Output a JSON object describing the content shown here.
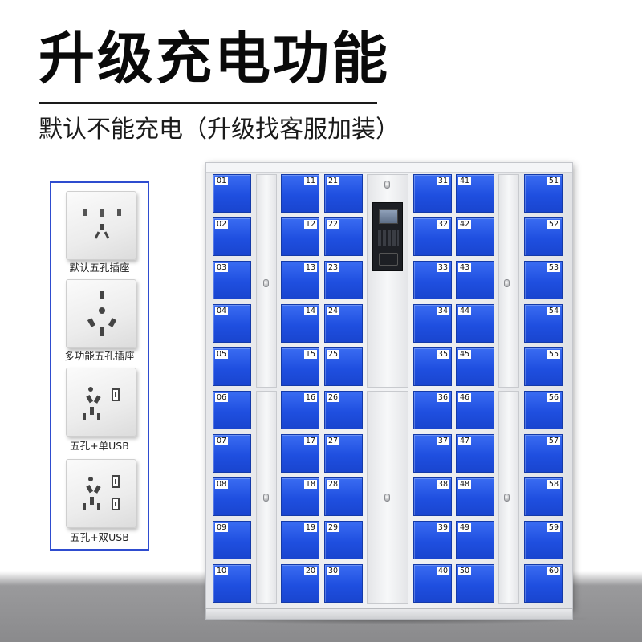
{
  "header": {
    "title": "升级充电功能",
    "subtitle": "默认不能充电（升级找客服加装）"
  },
  "socket_options": [
    {
      "label": "默认五孔插座",
      "icon": "five-hole-socket-icon"
    },
    {
      "label": "多功能五孔插座",
      "icon": "multi-function-socket-icon"
    },
    {
      "label": "五孔+单USB",
      "icon": "socket-single-usb-icon"
    },
    {
      "label": "五孔+双USB",
      "icon": "socket-dual-usb-icon"
    }
  ],
  "cabinet": {
    "columns": [
      {
        "lockers": [
          "01",
          "02",
          "03",
          "04",
          "05",
          "06",
          "07",
          "08",
          "09",
          "10"
        ],
        "num_side": "left"
      },
      {
        "lockers": [
          "11",
          "12",
          "13",
          "14",
          "15",
          "16",
          "17",
          "18",
          "19",
          "20"
        ],
        "num_side": "right"
      },
      {
        "lockers": [
          "21",
          "22",
          "23",
          "24",
          "25",
          "26",
          "27",
          "28",
          "29",
          "30"
        ],
        "num_side": "left"
      },
      {
        "lockers": [
          "31",
          "32",
          "33",
          "34",
          "35",
          "36",
          "37",
          "38",
          "39",
          "40"
        ],
        "num_side": "right"
      },
      {
        "lockers": [
          "41",
          "42",
          "43",
          "44",
          "45",
          "46",
          "47",
          "48",
          "49",
          "50"
        ],
        "num_side": "left"
      },
      {
        "lockers": [
          "51",
          "52",
          "53",
          "54",
          "55",
          "56",
          "57",
          "58",
          "59",
          "60"
        ],
        "num_side": "right"
      }
    ],
    "colors": {
      "door": "#1f4fe0",
      "frame": "#eceef0",
      "panel_border": "#2e4ccf"
    }
  }
}
